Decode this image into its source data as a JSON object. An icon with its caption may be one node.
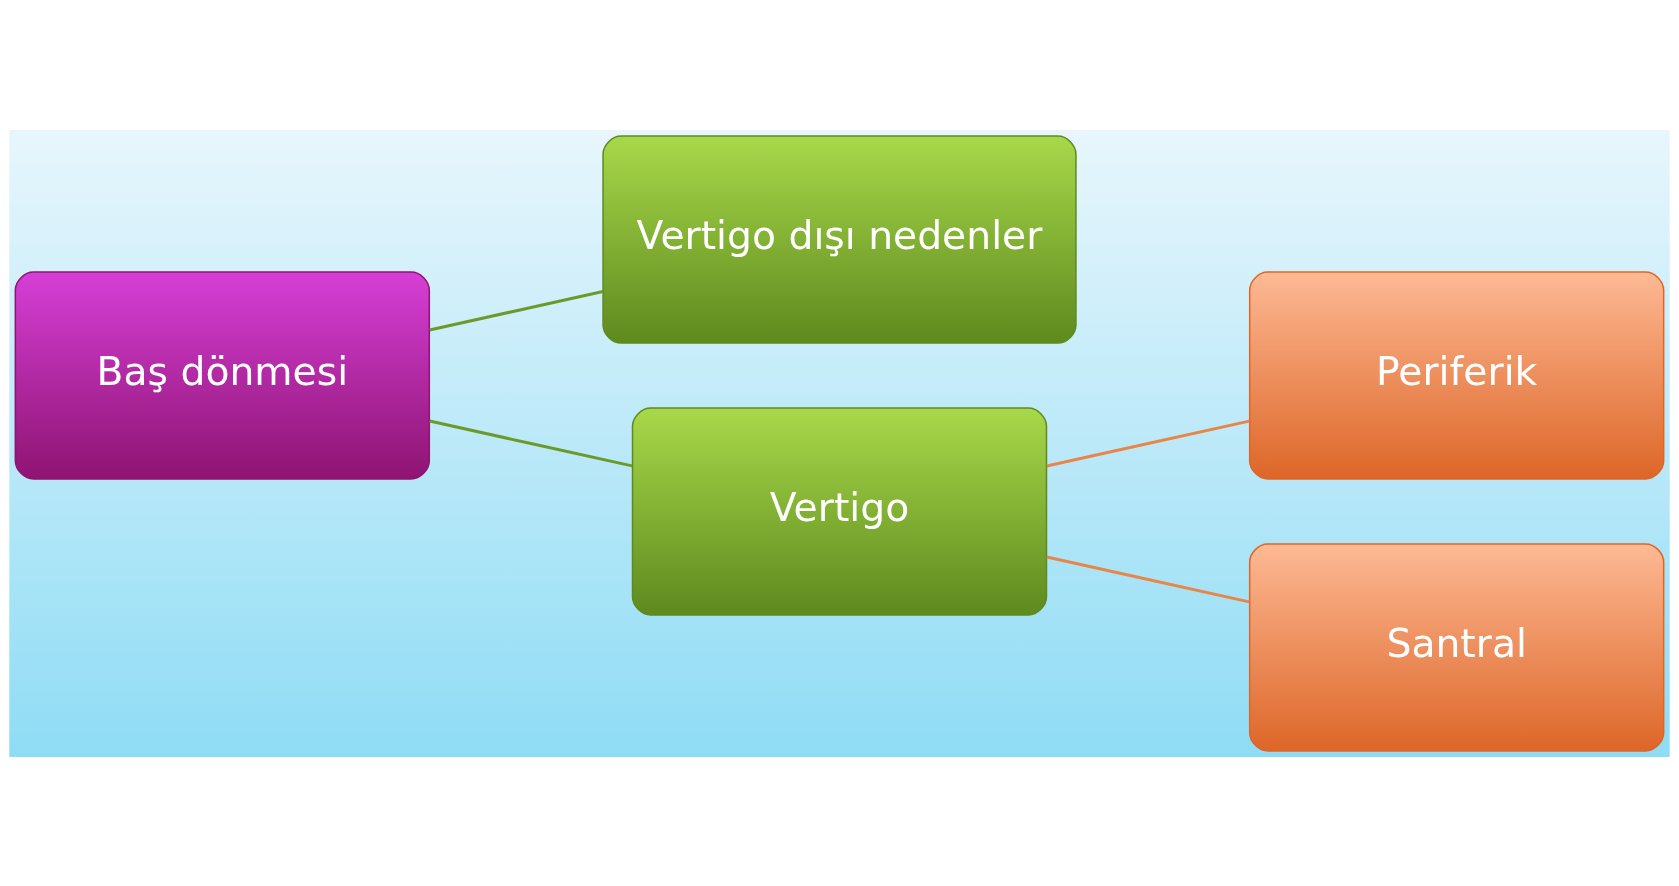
{
  "diagram": {
    "nodes": [
      {
        "text": [
          "Baş dönmesi"
        ]
      },
      {
        "text": [
          "Vertigo dışı nedenler"
        ]
      },
      {
        "text": [
          "Vertigo"
        ]
      },
      {
        "text": [
          "Periferik"
        ]
      },
      {
        "text": [
          "Santral"
        ]
      }
    ],
    "edges": [
      {
        "from": 0,
        "to": 1,
        "arrow": "none",
        "color": "#6a9a2a"
      },
      {
        "from": 0,
        "to": 2,
        "arrow": "none",
        "color": "#6a9a2a"
      },
      {
        "from": 2,
        "to": 3,
        "arrow": "none",
        "color": "#e8864a"
      },
      {
        "from": 2,
        "to": 4,
        "arrow": "none",
        "color": "#e8864a"
      }
    ]
  }
}
